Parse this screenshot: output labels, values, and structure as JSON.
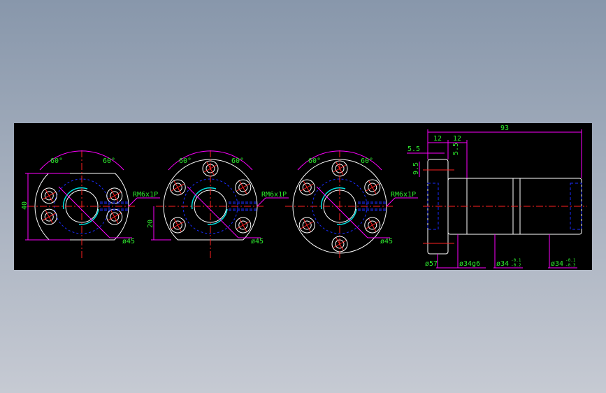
{
  "viewer": {
    "background": "#000000"
  },
  "colors": {
    "outline": "#ffffff",
    "center": "#ff2020",
    "hidden": "#1a2cff",
    "dim": "#ff00ff",
    "text": "#2eea2e",
    "bore": "#00e0e0"
  },
  "flanges": [
    {
      "angle_left": "60°",
      "angle_right": "60°",
      "thread": "RM6x1P",
      "bolt_circle": "ø45",
      "height_dim": "40",
      "holes": 4,
      "truncated": "top-bottom"
    },
    {
      "angle_left": "60°",
      "angle_right": "60°",
      "thread": "RM6x1P",
      "bolt_circle": "ø45",
      "height_dim": "20",
      "holes": 5,
      "truncated": "bottom"
    },
    {
      "angle_left": "60°",
      "angle_right": "60°",
      "thread": "RM6x1P",
      "bolt_circle": "ø45",
      "height_dim": "",
      "holes": 6,
      "truncated": "none"
    }
  ],
  "side_view": {
    "total_length": "93",
    "flange_width": "12",
    "neck_width": "12",
    "offset_a": "5.5",
    "offset_b": "5.5",
    "hole_height": "9.5",
    "flange_dia": "ø57",
    "neck_dia": "ø34g6",
    "body_dia_1": "ø34",
    "body_tol_1_upper": "-0.1",
    "body_tol_1_lower": "-0.2",
    "body_dia_2": "ø34",
    "body_tol_2_upper": "-0.1",
    "body_tol_2_lower": "-0.3"
  }
}
